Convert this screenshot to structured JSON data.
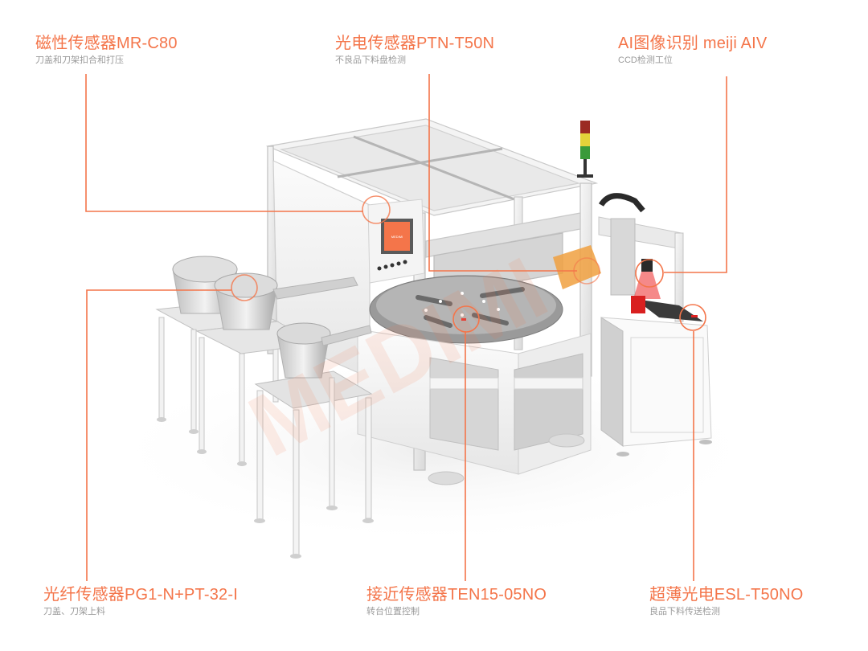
{
  "accent_color": "#f4754a",
  "subtitle_color": "#9a9a9a",
  "watermark": "MEDIMI",
  "callouts": [
    {
      "id": "mr-c80",
      "title": "磁性传感器MR-C80",
      "subtitle": "刀盖和刀架扣合和打压",
      "position": "top-left"
    },
    {
      "id": "ptn-t50n",
      "title": "光电传感器PTN-T50N",
      "subtitle": "不良品下料盘检测",
      "position": "top-center"
    },
    {
      "id": "meiji-aiv",
      "title": "AI图像识别 meiji AIV",
      "subtitle": "CCD检测工位",
      "position": "top-right"
    },
    {
      "id": "pg1",
      "title": "光纤传感器PG1-N+PT-32-I",
      "subtitle": "刀盖、刀架上料",
      "position": "bottom-left"
    },
    {
      "id": "ten15",
      "title": "接近传感器TEN15-05NO",
      "subtitle": "转台位置控制",
      "position": "bottom-center"
    },
    {
      "id": "esl-t50no",
      "title": "超薄光电ESL-T50NO",
      "subtitle": "良品下料传送检测",
      "position": "bottom-right"
    }
  ],
  "machine": {
    "hmi_brand": "MEDIMI",
    "signal_tower": [
      "red",
      "yellow",
      "green"
    ]
  }
}
